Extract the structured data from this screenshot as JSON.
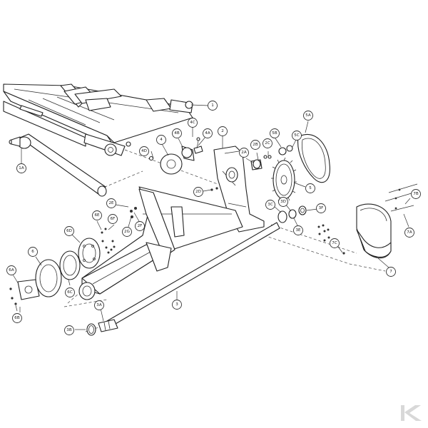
{
  "diagram": {
    "callouts": [
      {
        "id": "c1",
        "label": "1"
      },
      {
        "id": "c1a",
        "label": "1A"
      },
      {
        "id": "c2",
        "label": "2"
      },
      {
        "id": "c2a",
        "label": "2A"
      },
      {
        "id": "c2b",
        "label": "2B"
      },
      {
        "id": "c2c",
        "label": "2C"
      },
      {
        "id": "c2d",
        "label": "2D"
      },
      {
        "id": "c2e",
        "label": "2E"
      },
      {
        "id": "c2f",
        "label": "2F"
      },
      {
        "id": "c2g",
        "label": "2G"
      },
      {
        "id": "c3",
        "label": "3"
      },
      {
        "id": "c3a",
        "label": "3A"
      },
      {
        "id": "c3b",
        "label": "3B"
      },
      {
        "id": "c3c",
        "label": "3C"
      },
      {
        "id": "c3d",
        "label": "3D"
      },
      {
        "id": "c3e",
        "label": "3E"
      },
      {
        "id": "c3f",
        "label": "3F"
      },
      {
        "id": "c4",
        "label": "4"
      },
      {
        "id": "c4a",
        "label": "4A"
      },
      {
        "id": "c4b",
        "label": "4B"
      },
      {
        "id": "c4c",
        "label": "4C"
      },
      {
        "id": "c4d",
        "label": "4D"
      },
      {
        "id": "c5",
        "label": "5"
      },
      {
        "id": "c5a",
        "label": "5A"
      },
      {
        "id": "c5b",
        "label": "5B"
      },
      {
        "id": "c5c",
        "label": "5C"
      },
      {
        "id": "c6",
        "label": "6"
      },
      {
        "id": "c6a",
        "label": "6A"
      },
      {
        "id": "c6b",
        "label": "6B"
      },
      {
        "id": "c6c",
        "label": "6C"
      },
      {
        "id": "c6d",
        "label": "6D"
      },
      {
        "id": "c6e",
        "label": "6E"
      },
      {
        "id": "c6f",
        "label": "6F"
      },
      {
        "id": "c7",
        "label": "7"
      },
      {
        "id": "c7a",
        "label": "7A"
      },
      {
        "id": "c7b",
        "label": "7B"
      },
      {
        "id": "c7c",
        "label": "7C"
      }
    ]
  },
  "logo": {
    "glyph": "K",
    "color": "#d8d8d8"
  }
}
